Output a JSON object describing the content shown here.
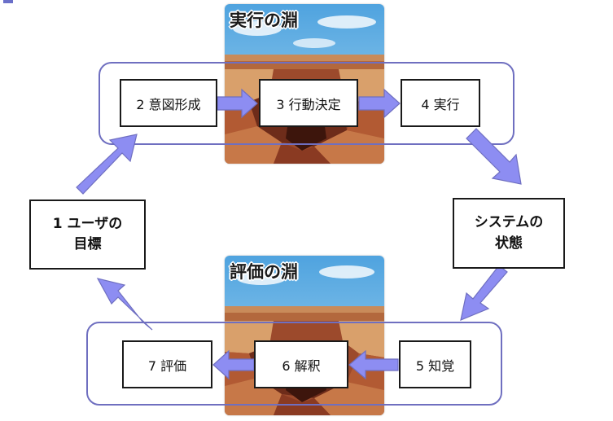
{
  "colors": {
    "accent": "#8d8df2",
    "loop_border": "#6f6fc0",
    "box_border": "#1a1a1a"
  },
  "gulfs": {
    "execution_title": "実行の淵",
    "evaluation_title": "評価の淵"
  },
  "steps": {
    "goal_line1": "1 ユーザの",
    "goal_line2": "目標",
    "intention": "2 意図形成",
    "action_decision": "3 行動決定",
    "execution": "4 実行",
    "system_line1": "システムの",
    "system_line2": "状態",
    "perception": "5 知覚",
    "interpretation": "6 解釈",
    "evaluation": "7 評価"
  }
}
